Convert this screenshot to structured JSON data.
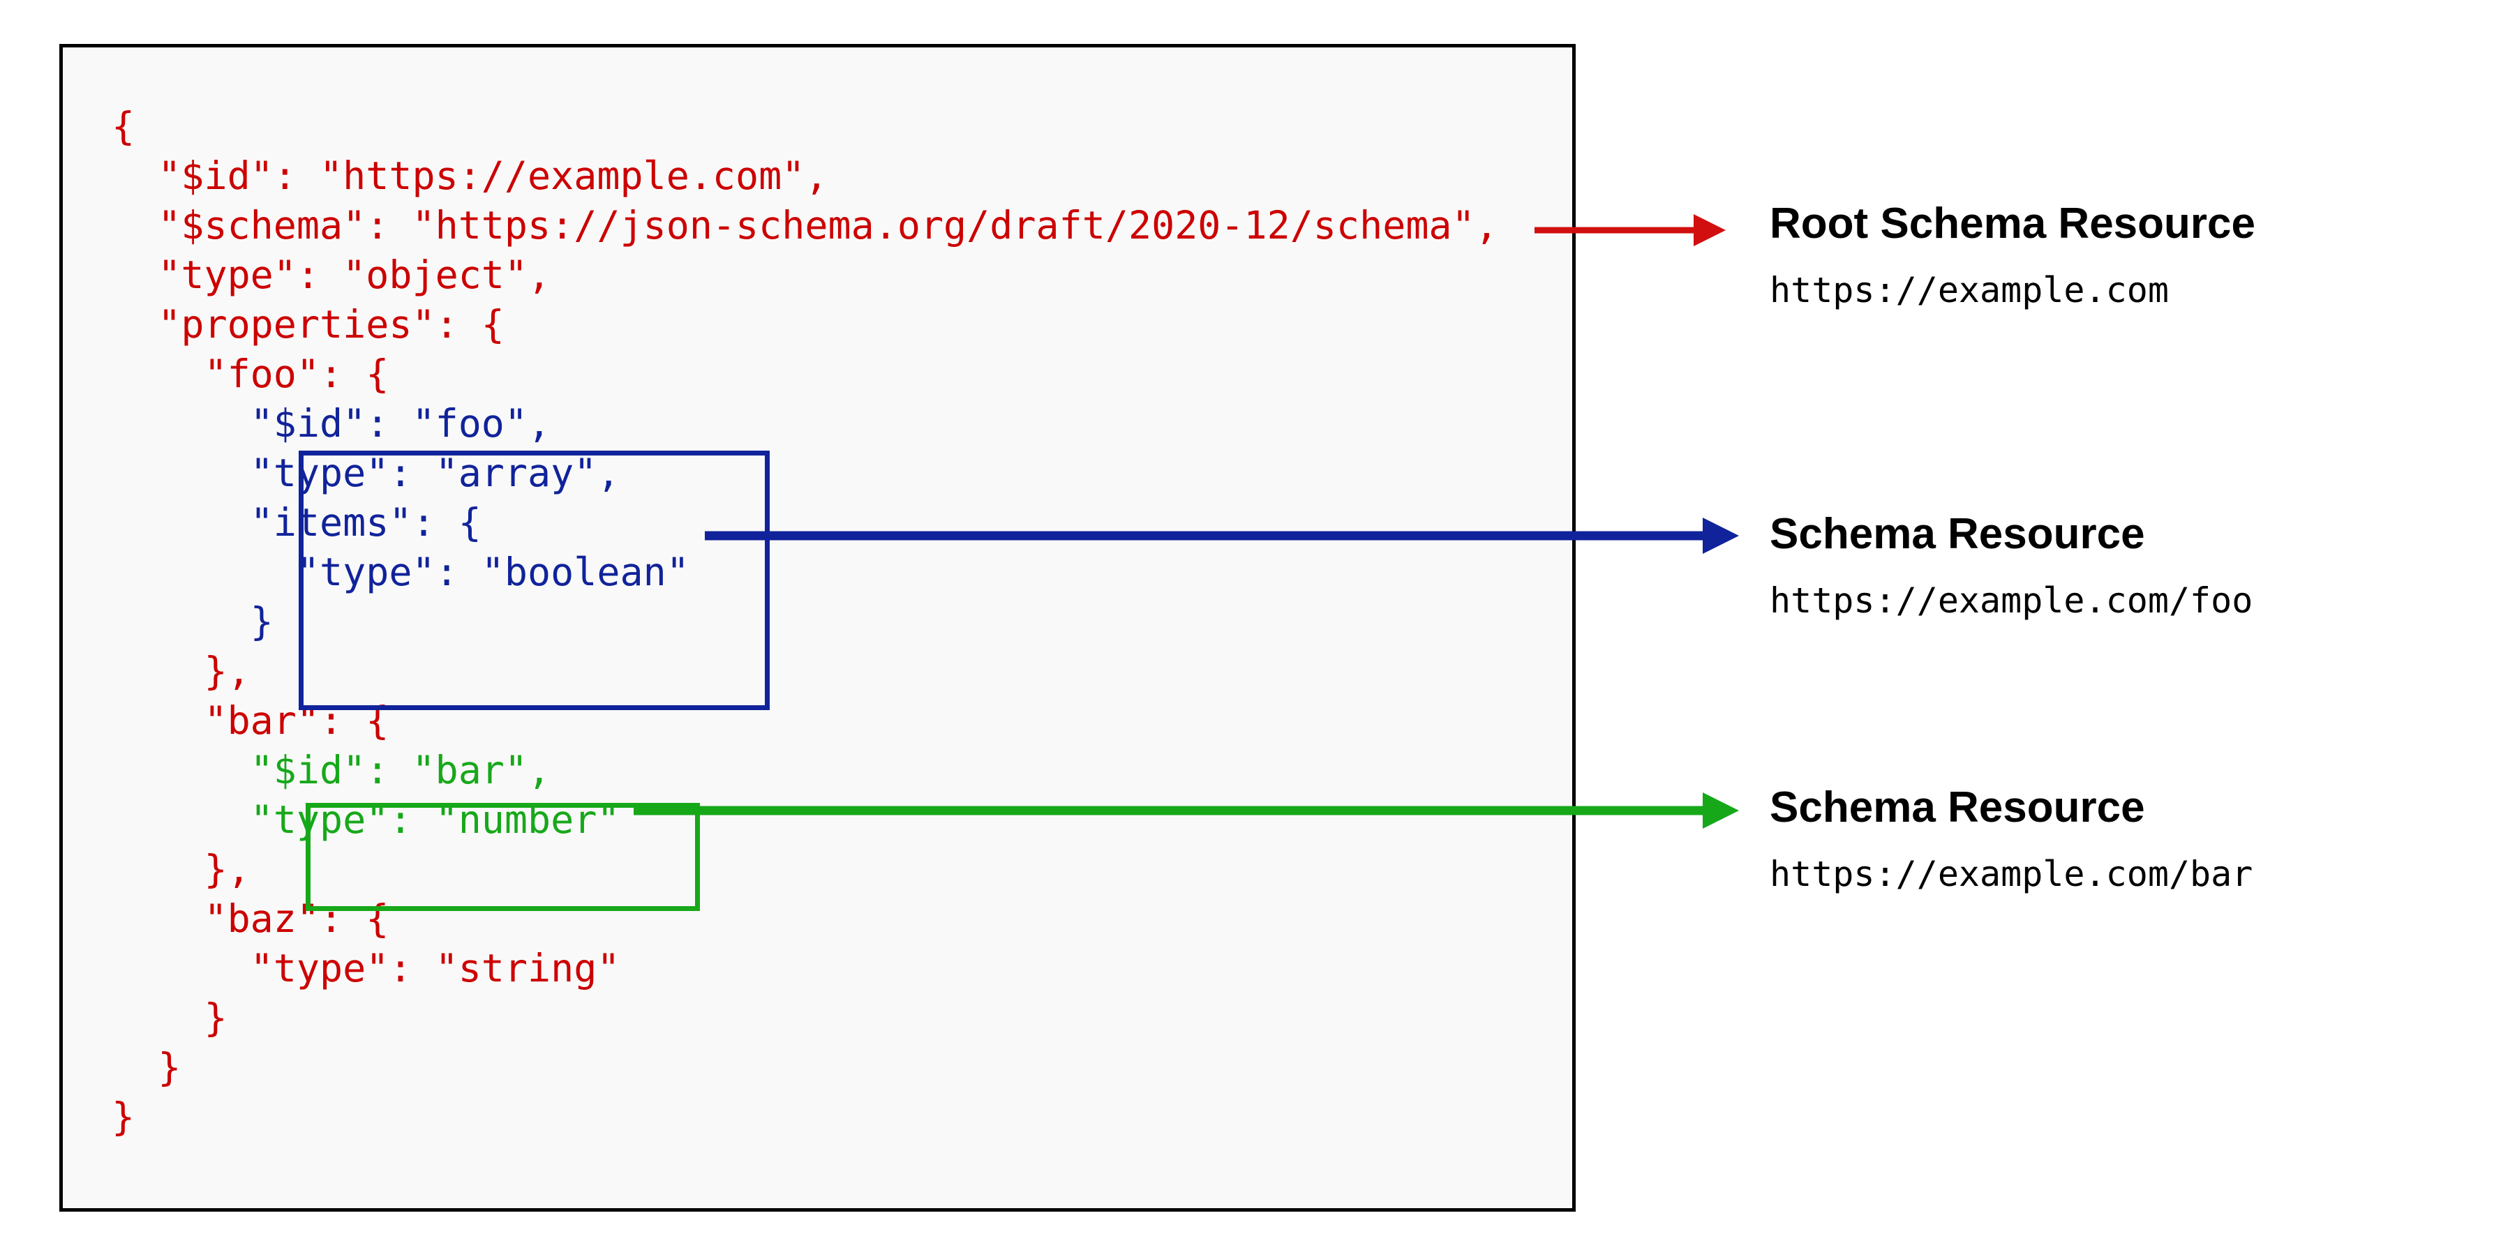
{
  "diagram": {
    "type": "json-schema-resource-annotation",
    "background": "#ffffff",
    "panel_background": "#f9f9f9",
    "colors": {
      "root_schema": "#cc0000",
      "foo_schema": "#11239a",
      "bar_schema": "#17a81a",
      "panel_border": "#000000"
    }
  },
  "code": {
    "language": "json",
    "lines": [
      {
        "text": "{",
        "color": "red"
      },
      {
        "text": "  \"$id\": \"https://example.com\",",
        "color": "red"
      },
      {
        "text": "  \"$schema\": \"https://json-schema.org/draft/2020-12/schema\",",
        "color": "red"
      },
      {
        "text": "  \"type\": \"object\",",
        "color": "red"
      },
      {
        "text": "  \"properties\": {",
        "color": "red"
      },
      {
        "text": "    \"foo\": {",
        "color": "red"
      },
      {
        "text": "      \"$id\": \"foo\",",
        "color": "blue"
      },
      {
        "text": "      \"type\": \"array\",",
        "color": "blue"
      },
      {
        "text": "      \"items\": {",
        "color": "blue"
      },
      {
        "text": "        \"type\": \"boolean\"",
        "color": "blue"
      },
      {
        "text": "      }",
        "color": "blue"
      },
      {
        "text": "    },",
        "color": "red"
      },
      {
        "text": "    \"bar\": {",
        "color": "red"
      },
      {
        "text": "      \"$id\": \"bar\",",
        "color": "green"
      },
      {
        "text": "      \"type\": \"number\"",
        "color": "green"
      },
      {
        "text": "    },",
        "color": "red"
      },
      {
        "text": "    \"baz\": {",
        "color": "red"
      },
      {
        "text": "      \"type\": \"string\"",
        "color": "red"
      },
      {
        "text": "    }",
        "color": "red"
      },
      {
        "text": "  }",
        "color": "red"
      },
      {
        "text": "}",
        "color": "red"
      }
    ]
  },
  "annotations": [
    {
      "id": "root",
      "title": "Root Schema Resource",
      "uri": "https://example.com",
      "color": "#cc0000"
    },
    {
      "id": "foo",
      "title": "Schema Resource",
      "uri": "https://example.com/foo",
      "color": "#11239a"
    },
    {
      "id": "bar",
      "title": "Schema Resource",
      "uri": "https://example.com/bar",
      "color": "#17a81a"
    }
  ]
}
